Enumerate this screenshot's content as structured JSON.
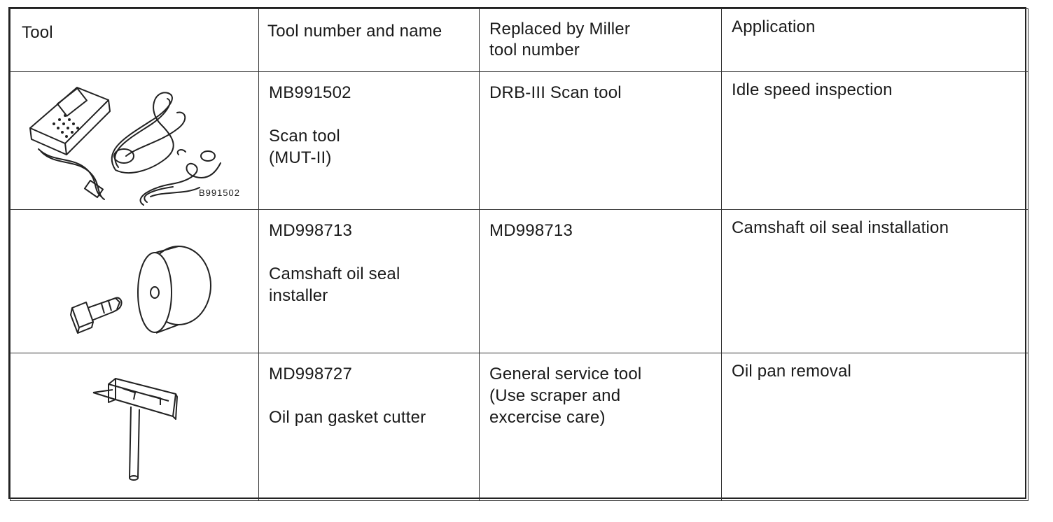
{
  "headers": {
    "tool": "Tool",
    "number_name": "Tool number and name",
    "replaced_line1": "Replaced by Miller",
    "replaced_line2": "tool number",
    "application": "Application"
  },
  "rows": [
    {
      "illustration_icon": "scan-tool-icon",
      "figure_code": "B991502",
      "tool_number": "MB991502",
      "tool_name_line1": "Scan tool",
      "tool_name_line2": "(MUT-II)",
      "replaced_line1": "DRB-III Scan tool",
      "replaced_line2": "",
      "replaced_line3": "",
      "application": "Idle speed inspection"
    },
    {
      "illustration_icon": "camshaft-seal-installer-icon",
      "figure_code": "",
      "tool_number": "MD998713",
      "tool_name_line1": "Camshaft oil seal",
      "tool_name_line2": "installer",
      "replaced_line1": "MD998713",
      "replaced_line2": "",
      "replaced_line3": "",
      "application": "Camshaft oil seal installation"
    },
    {
      "illustration_icon": "gasket-cutter-icon",
      "figure_code": "",
      "tool_number": "MD998727",
      "tool_name_line1": "Oil pan gasket cutter",
      "tool_name_line2": "",
      "replaced_line1": "General service tool",
      "replaced_line2": "(Use scraper and",
      "replaced_line3": "excercise care)",
      "application": "Oil pan removal"
    }
  ]
}
